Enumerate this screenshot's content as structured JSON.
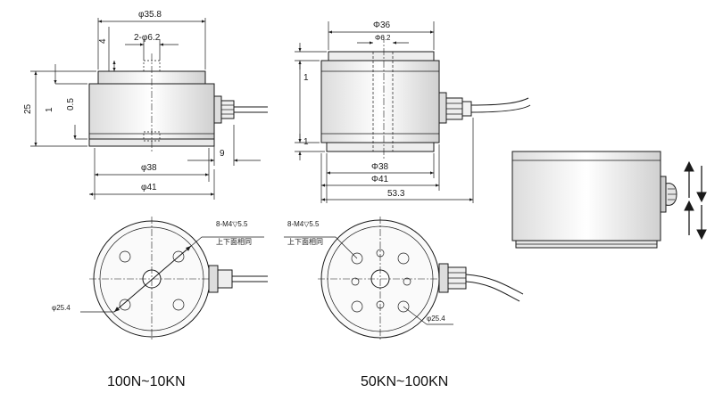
{
  "drawing": {
    "small": {
      "phi_top": "φ35.8",
      "holes": "2-φ6.2",
      "h_4": "4",
      "h_25": "25",
      "h_1": "1",
      "h_05": "0.5",
      "side_9": "9",
      "phi_38": "φ38",
      "phi_41": "φ41",
      "thread_note": "8-M4▽5.5",
      "same_note": "上下面相同",
      "pcd": "φ25.4",
      "caption": "100N~10KN"
    },
    "large": {
      "phi_36": "Φ36",
      "phi_62": "Φ6.2",
      "h_1a": "1",
      "h_1b": "1",
      "phi_38": "Φ38",
      "phi_41": "Φ41",
      "w_533": "53.3",
      "thread_note": "8-M4▽5.5",
      "same_note": "上下面相同",
      "pcd": "φ25.4",
      "caption": "50KN~100KN"
    }
  },
  "colors": {
    "line": "#1a1a1a",
    "body_fill": "#f4f4f4",
    "arrow_blue": "#1f3a8a"
  },
  "icons": [
    "load-direction-arrows-icon"
  ]
}
